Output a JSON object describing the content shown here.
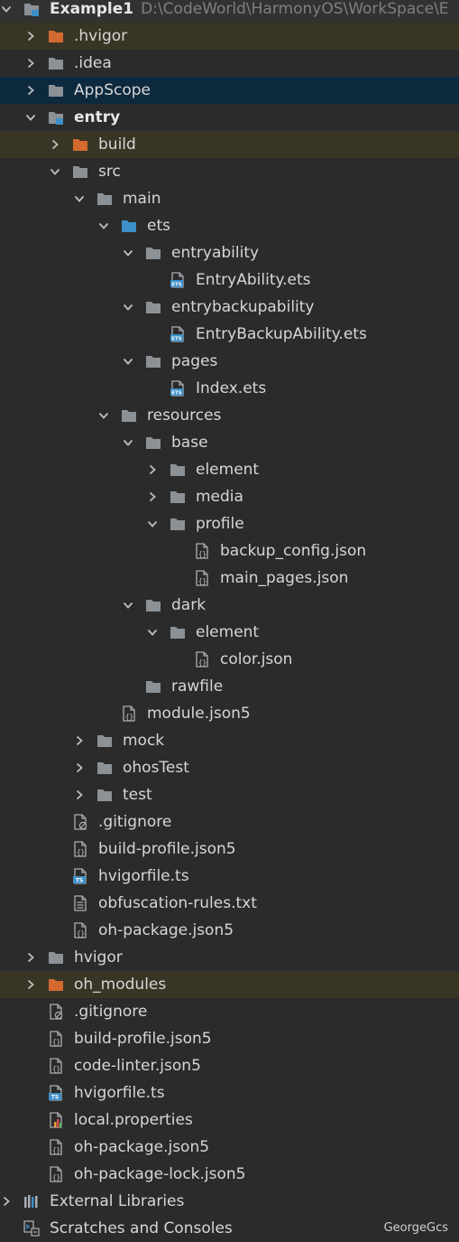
{
  "colors": {
    "background": "#2b2b2b",
    "highlight_brown": "#393525",
    "highlight_blue": "#0d293e",
    "folder_gray": "#8c9196",
    "folder_orange": "#d46a30",
    "folder_blue": "#3c8fc8",
    "text": "#d6d6d6"
  },
  "project": {
    "name": "Example1",
    "path": "D:\\CodeWorld\\HarmonyOS\\WorkSpace\\E"
  },
  "tree": [
    {
      "label": "Example1",
      "level": 0,
      "chevron": "down",
      "icon": "module-folder",
      "bold": true,
      "path": "D:\\CodeWorld\\HarmonyOS\\WorkSpace\\E",
      "highlight": "gray"
    },
    {
      "label": ".hvigor",
      "level": 1,
      "chevron": "right",
      "icon": "folder-orange",
      "highlight": "brown"
    },
    {
      "label": ".idea",
      "level": 1,
      "chevron": "right",
      "icon": "folder"
    },
    {
      "label": "AppScope",
      "level": 1,
      "chevron": "right",
      "icon": "folder",
      "highlight": "blue"
    },
    {
      "label": "entry",
      "level": 1,
      "chevron": "down",
      "icon": "module-folder",
      "bold": true
    },
    {
      "label": "build",
      "level": 2,
      "chevron": "right",
      "icon": "folder-orange",
      "highlight": "brown"
    },
    {
      "label": "src",
      "level": 2,
      "chevron": "down",
      "icon": "folder"
    },
    {
      "label": "main",
      "level": 3,
      "chevron": "down",
      "icon": "folder"
    },
    {
      "label": "ets",
      "level": 4,
      "chevron": "down",
      "icon": "folder-blue"
    },
    {
      "label": "entryability",
      "level": 5,
      "chevron": "down",
      "icon": "folder"
    },
    {
      "label": "EntryAbility.ets",
      "level": 6,
      "chevron": "none",
      "icon": "ets-file"
    },
    {
      "label": "entrybackupability",
      "level": 5,
      "chevron": "down",
      "icon": "folder"
    },
    {
      "label": "EntryBackupAbility.ets",
      "level": 6,
      "chevron": "none",
      "icon": "ets-file"
    },
    {
      "label": "pages",
      "level": 5,
      "chevron": "down",
      "icon": "folder"
    },
    {
      "label": "Index.ets",
      "level": 6,
      "chevron": "none",
      "icon": "ets-file"
    },
    {
      "label": "resources",
      "level": 4,
      "chevron": "down",
      "icon": "folder"
    },
    {
      "label": "base",
      "level": 5,
      "chevron": "down",
      "icon": "folder"
    },
    {
      "label": "element",
      "level": 6,
      "chevron": "right",
      "icon": "folder"
    },
    {
      "label": "media",
      "level": 6,
      "chevron": "right",
      "icon": "folder"
    },
    {
      "label": "profile",
      "level": 6,
      "chevron": "down",
      "icon": "folder"
    },
    {
      "label": "backup_config.json",
      "level": 7,
      "chevron": "none",
      "icon": "json-file"
    },
    {
      "label": "main_pages.json",
      "level": 7,
      "chevron": "none",
      "icon": "json-file"
    },
    {
      "label": "dark",
      "level": 5,
      "chevron": "down",
      "icon": "folder"
    },
    {
      "label": "element",
      "level": 6,
      "chevron": "down",
      "icon": "folder"
    },
    {
      "label": "color.json",
      "level": 7,
      "chevron": "none",
      "icon": "json-file"
    },
    {
      "label": "rawfile",
      "level": 5,
      "chevron": "none",
      "icon": "folder"
    },
    {
      "label": "module.json5",
      "level": 4,
      "chevron": "none",
      "icon": "json-file"
    },
    {
      "label": "mock",
      "level": 3,
      "chevron": "right",
      "icon": "folder"
    },
    {
      "label": "ohosTest",
      "level": 3,
      "chevron": "right",
      "icon": "folder"
    },
    {
      "label": "test",
      "level": 3,
      "chevron": "right",
      "icon": "folder"
    },
    {
      "label": ".gitignore",
      "level": 2,
      "chevron": "none",
      "icon": "gitignore-file"
    },
    {
      "label": "build-profile.json5",
      "level": 2,
      "chevron": "none",
      "icon": "json-file"
    },
    {
      "label": "hvigorfile.ts",
      "level": 2,
      "chevron": "none",
      "icon": "ts-file"
    },
    {
      "label": "obfuscation-rules.txt",
      "level": 2,
      "chevron": "none",
      "icon": "text-file"
    },
    {
      "label": "oh-package.json5",
      "level": 2,
      "chevron": "none",
      "icon": "json-file"
    },
    {
      "label": "hvigor",
      "level": 1,
      "chevron": "right",
      "icon": "folder"
    },
    {
      "label": "oh_modules",
      "level": 1,
      "chevron": "right",
      "icon": "folder-orange",
      "highlight": "brown"
    },
    {
      "label": ".gitignore",
      "level": 1,
      "chevron": "none",
      "icon": "gitignore-file"
    },
    {
      "label": "build-profile.json5",
      "level": 1,
      "chevron": "none",
      "icon": "json-file"
    },
    {
      "label": "code-linter.json5",
      "level": 1,
      "chevron": "none",
      "icon": "json-file"
    },
    {
      "label": "hvigorfile.ts",
      "level": 1,
      "chevron": "none",
      "icon": "ts-file"
    },
    {
      "label": "local.properties",
      "level": 1,
      "chevron": "none",
      "icon": "properties-file"
    },
    {
      "label": "oh-package.json5",
      "level": 1,
      "chevron": "none",
      "icon": "json-file"
    },
    {
      "label": "oh-package-lock.json5",
      "level": 1,
      "chevron": "none",
      "icon": "json-file"
    },
    {
      "label": "External Libraries",
      "level": 0,
      "chevron": "right",
      "icon": "libraries"
    },
    {
      "label": "Scratches and Consoles",
      "level": 0,
      "chevron": "none",
      "icon": "scratches"
    }
  ],
  "watermark": "GeorgeGcs"
}
